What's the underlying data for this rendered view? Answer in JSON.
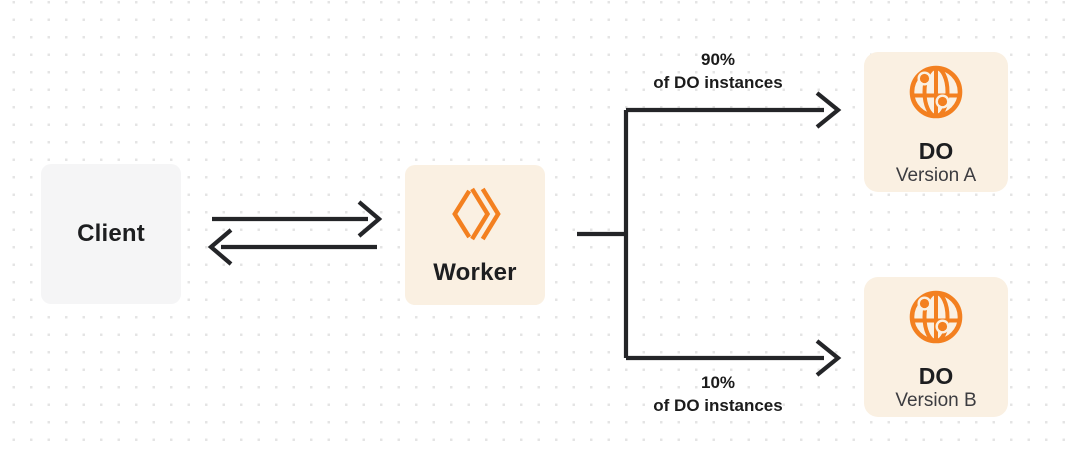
{
  "client": {
    "label": "Client"
  },
  "worker": {
    "label": "Worker"
  },
  "split": {
    "top": {
      "percent": "90%",
      "caption": "of DO instances"
    },
    "bottom": {
      "percent": "10%",
      "caption": "of DO instances"
    }
  },
  "do_targets": {
    "a": {
      "title": "DO",
      "subtitle": "Version A"
    },
    "b": {
      "title": "DO",
      "subtitle": "Version B"
    }
  },
  "colors": {
    "accent_orange": "#F38020",
    "cream_box": "#FAF0E2",
    "gray_box": "#F5F5F6",
    "line": "#242528",
    "text": "#1D1E20"
  }
}
